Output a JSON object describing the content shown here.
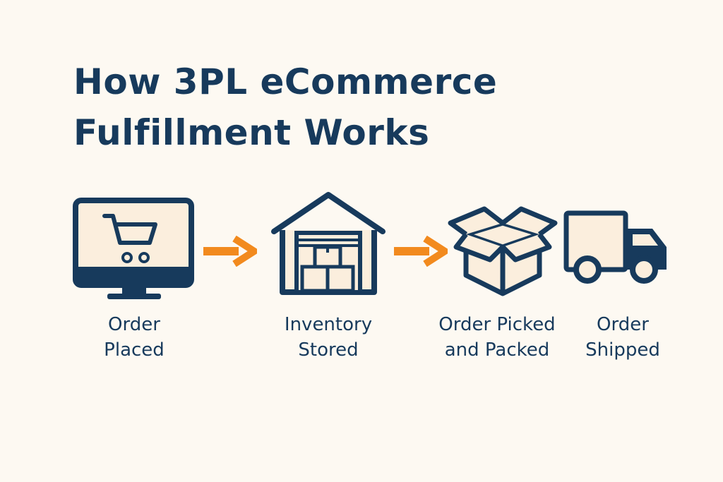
{
  "title": {
    "line1": "How 3PL eCommerce",
    "line2": "Fulfillment Works"
  },
  "steps": [
    {
      "icon": "computer-cart-icon",
      "line1": "Order",
      "line2": "Placed"
    },
    {
      "icon": "warehouse-icon",
      "line1": "Inventory",
      "line2": "Stored"
    },
    {
      "icon": "open-box-icon",
      "line1": "Order Picked",
      "line2": "and Packed"
    },
    {
      "icon": "delivery-truck-icon",
      "line1": "Order",
      "line2": "Shipped"
    }
  ],
  "colors": {
    "background": "#fdf9f2",
    "navy": "#173a5c",
    "orange": "#f28a1e",
    "fill": "#fbeedd"
  }
}
